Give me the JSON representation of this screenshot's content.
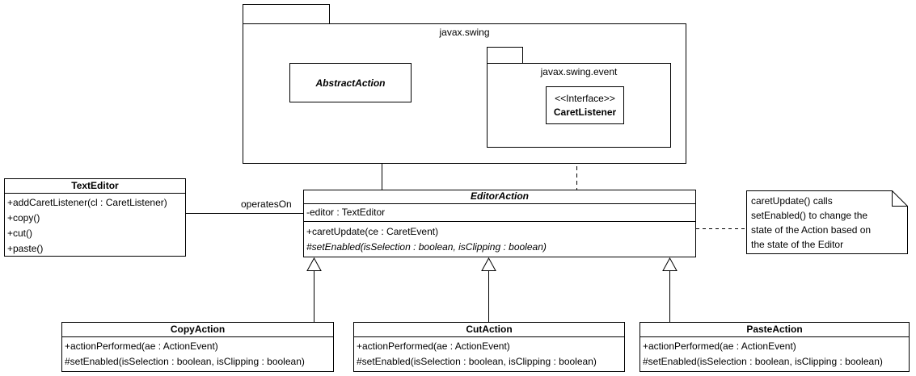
{
  "diagram": {
    "colors": {
      "line": "#000000",
      "background": "#ffffff",
      "text": "#000000"
    },
    "packages": {
      "swing": {
        "label": "javax.swing"
      },
      "swingEvent": {
        "label": "javax.swing.event"
      }
    },
    "classes": {
      "abstractAction": {
        "name": "AbstractAction"
      },
      "caretListener": {
        "stereotype": "<<Interface>>",
        "name": "CaretListener"
      },
      "textEditor": {
        "name": "TextEditor",
        "methods": [
          "+addCaretListener(cl : CaretListener)",
          "+copy()",
          "+cut()",
          "+paste()"
        ]
      },
      "editorAction": {
        "name": "EditorAction",
        "attributes": [
          "-editor : TextEditor"
        ],
        "methods": [
          "+caretUpdate(ce : CaretEvent)",
          "#setEnabled(isSelection : boolean, isClipping : boolean)"
        ]
      },
      "copyAction": {
        "name": "CopyAction",
        "methods": [
          "+actionPerformed(ae : ActionEvent)",
          "#setEnabled(isSelection : boolean, isClipping : boolean)"
        ]
      },
      "cutAction": {
        "name": "CutAction",
        "methods": [
          "+actionPerformed(ae : ActionEvent)",
          "#setEnabled(isSelection : boolean, isClipping : boolean)"
        ]
      },
      "pasteAction": {
        "name": "PasteAction",
        "methods": [
          "+actionPerformed(ae : ActionEvent)",
          "#setEnabled(isSelection : boolean, isClipping : boolean)"
        ]
      }
    },
    "association": {
      "label": "operatesOn"
    },
    "note": {
      "lines": [
        "caretUpdate() calls",
        "setEnabled() to change the",
        "state of the Action based on",
        "the state of the Editor"
      ]
    }
  }
}
